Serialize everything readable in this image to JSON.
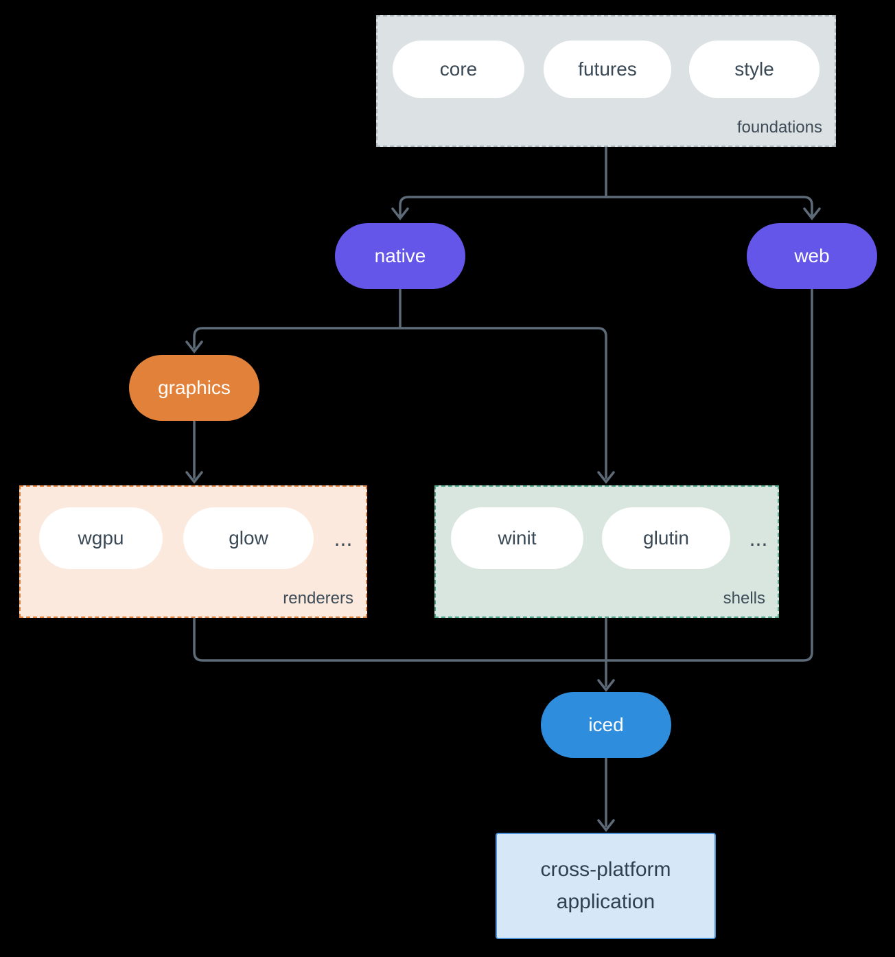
{
  "groups": {
    "foundations": "foundations",
    "renderers": "renderers",
    "shells": "shells"
  },
  "nodes": {
    "core": "core",
    "futures": "futures",
    "style": "style",
    "native": "native",
    "web": "web",
    "graphics": "graphics",
    "wgpu": "wgpu",
    "glow": "glow",
    "renderers_ellipsis": "...",
    "winit": "winit",
    "glutin": "glutin",
    "shells_ellipsis": "...",
    "iced": "iced",
    "application": "cross-platform application"
  },
  "colors": {
    "background": "#000000",
    "connector": "#5d6a77",
    "foundations_fill": "#dce1e4",
    "foundations_border": "#a7b3b9",
    "renderers_fill": "#fbe9dd",
    "renderers_border": "#df823d",
    "shells_fill": "#d9e6e0",
    "shells_border": "#4fa88b",
    "purple": "#6456e9",
    "orange": "#e2823a",
    "blue": "#2f8dde",
    "app_fill": "#d6e7f8",
    "app_border": "#4d93da"
  }
}
